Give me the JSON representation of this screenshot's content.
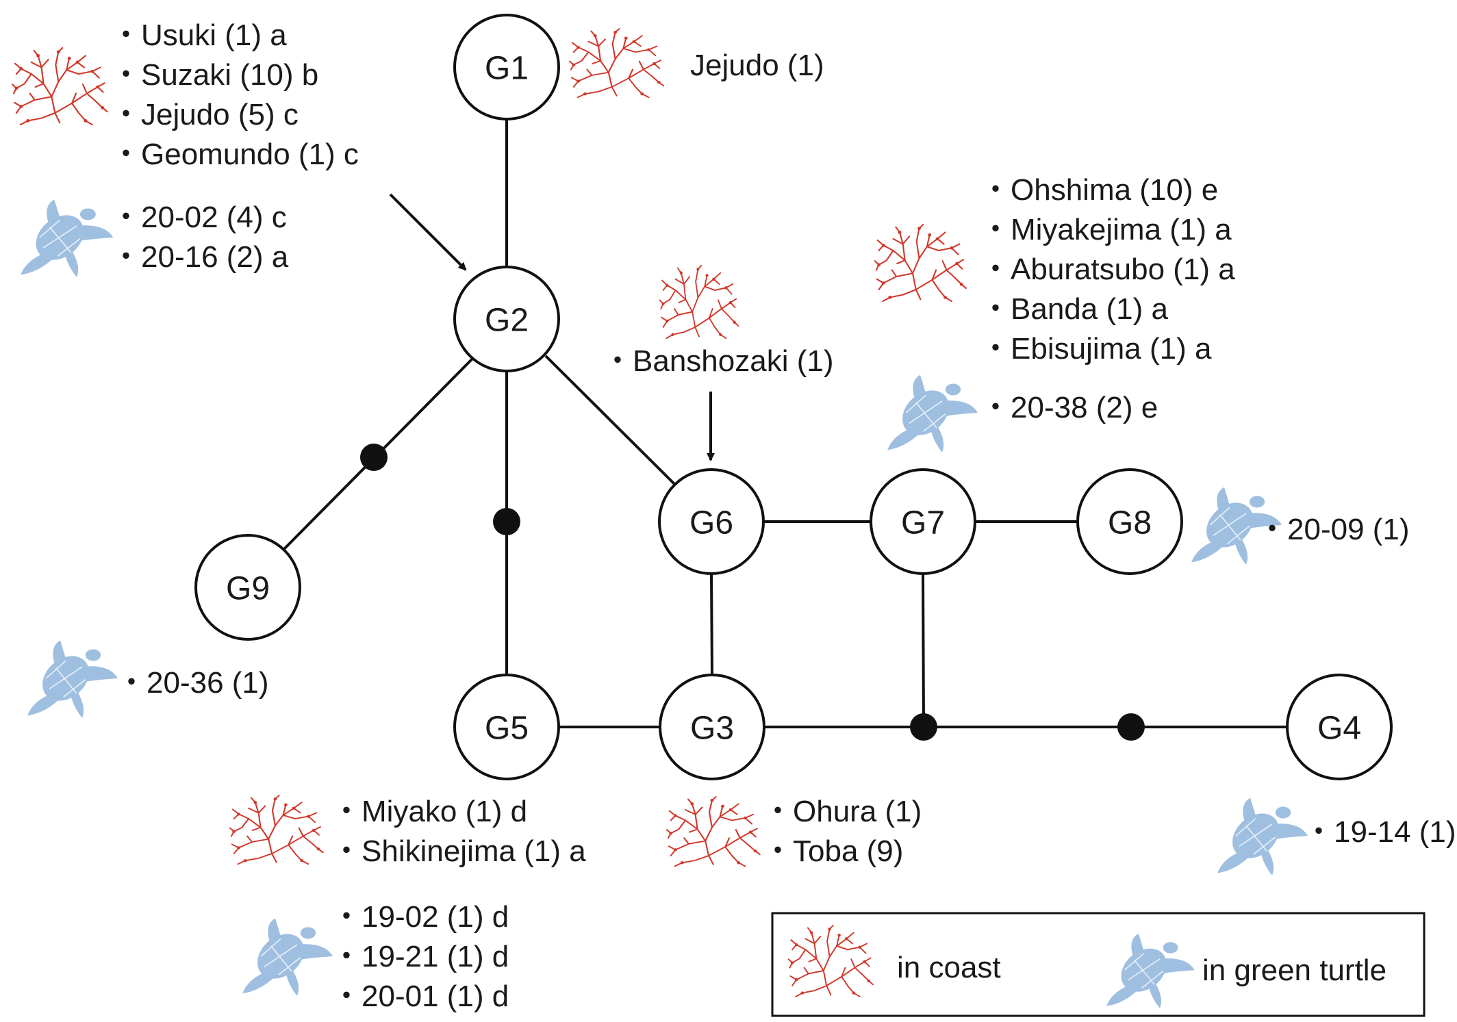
{
  "nodes": [
    {
      "id": "G1",
      "label": "G1"
    },
    {
      "id": "G2",
      "label": "G2"
    },
    {
      "id": "G3",
      "label": "G3"
    },
    {
      "id": "G4",
      "label": "G4"
    },
    {
      "id": "G5",
      "label": "G5"
    },
    {
      "id": "G6",
      "label": "G6"
    },
    {
      "id": "G7",
      "label": "G7"
    },
    {
      "id": "G8",
      "label": "G8"
    },
    {
      "id": "G9",
      "label": "G9"
    }
  ],
  "groups": {
    "g1": {
      "coast": [
        "Jejudo (1)"
      ]
    },
    "g2": {
      "coast": [
        "・Usuki (1) a",
        "・Suzaki (10) b",
        "・Jejudo (5) c",
        "・Geomundo (1) c"
      ],
      "turtle": [
        "・20-02 (4) c",
        "・20-16 (2) a"
      ]
    },
    "g6": {
      "coast": [
        "・Banshozaki (1)"
      ]
    },
    "g7": {
      "coast": [
        "・Ohshima (10) e",
        "・Miyakejima (1) a",
        "・Aburatsubo (1) a",
        "・Banda (1) a",
        "・Ebisujima (1) a"
      ],
      "turtle": [
        "・20-38 (2) e"
      ]
    },
    "g8": {
      "turtle": [
        "・20-09 (1)"
      ]
    },
    "g9": {
      "turtle": [
        "・20-36 (1)"
      ]
    },
    "g5": {
      "coast": [
        "・Miyako (1) d",
        "・Shikinejima (1) a"
      ],
      "turtle": [
        "・19-02 (1) d",
        "・19-21 (1) d",
        "・20-01 (1) d"
      ]
    },
    "g3": {
      "coast": [
        "・Ohura (1)",
        "・Toba (9)"
      ]
    },
    "g4": {
      "turtle": [
        "・19-14 (1)"
      ]
    }
  },
  "icons": {
    "coast": "red-seaweed-icon",
    "turtle": "green-turtle-icon"
  },
  "colors": {
    "seaweed": "#d0392b",
    "turtle": "#9fbfe0",
    "line": "#111111"
  },
  "legend": {
    "coast": "in coast",
    "turtle": "in green turtle"
  }
}
